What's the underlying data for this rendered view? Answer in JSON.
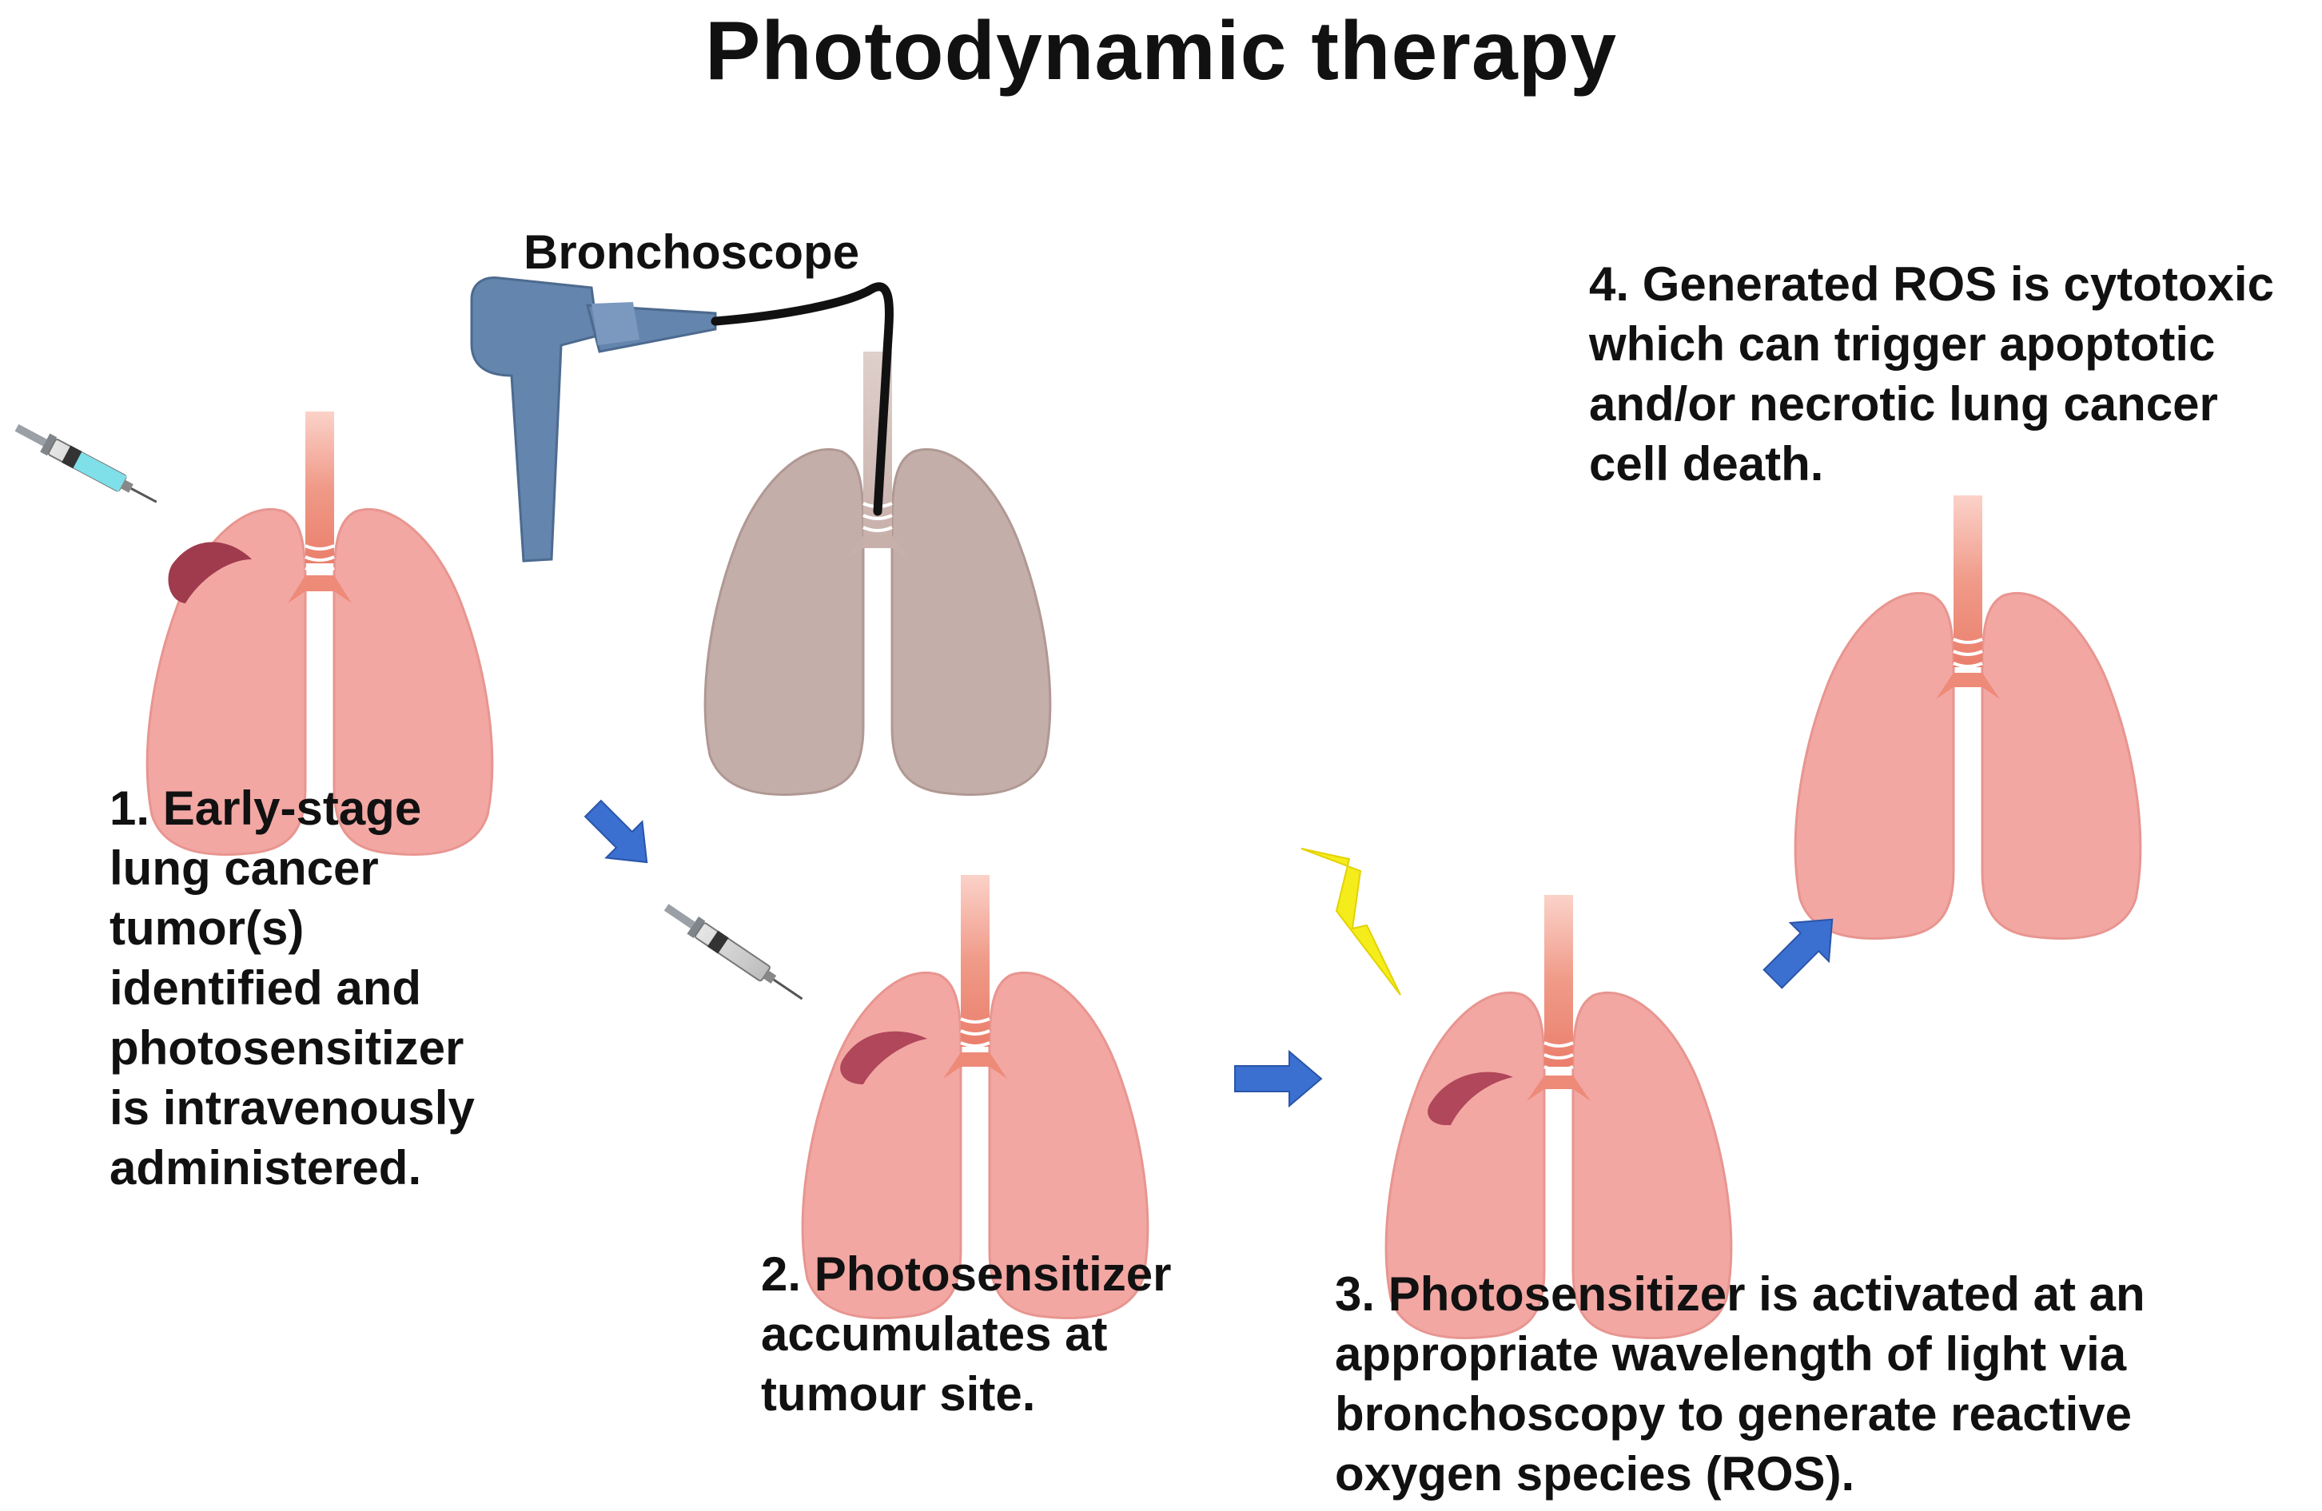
{
  "title": "Photodynamic therapy",
  "bronchoscope_label": "Bronchoscope",
  "steps": [
    {
      "text": "1. Early-stage\nlung cancer\ntumor(s)\nidentified and\nphotosensitizer\nis intravenously\nadministered."
    },
    {
      "text": "2. Photosensitizer\naccumulates at\ntumour site."
    },
    {
      "text": "3. Photosensitizer is activated at an\nappropriate wavelength of light via\nbronchoscopy to generate reactive\noxygen species (ROS)."
    },
    {
      "text": "4. Generated ROS is cytotoxic\nwhich can trigger apoptotic\nand/or necrotic lung cancer\ncell death."
    }
  ],
  "colors": {
    "lung": "#f2a7a3",
    "lung_outline": "#e89590",
    "trachea": "#ee8a78",
    "tumor": "#b0475a",
    "grey_lung": "#c4aeaa",
    "bronchoscope": "#6485ad",
    "arrow": "#3b6fd0",
    "lightning": "#f5ec1c"
  },
  "icons": [
    "syringe-icon",
    "bronchoscope-icon",
    "arrow-icon",
    "lightning-icon",
    "lungs-icon"
  ]
}
